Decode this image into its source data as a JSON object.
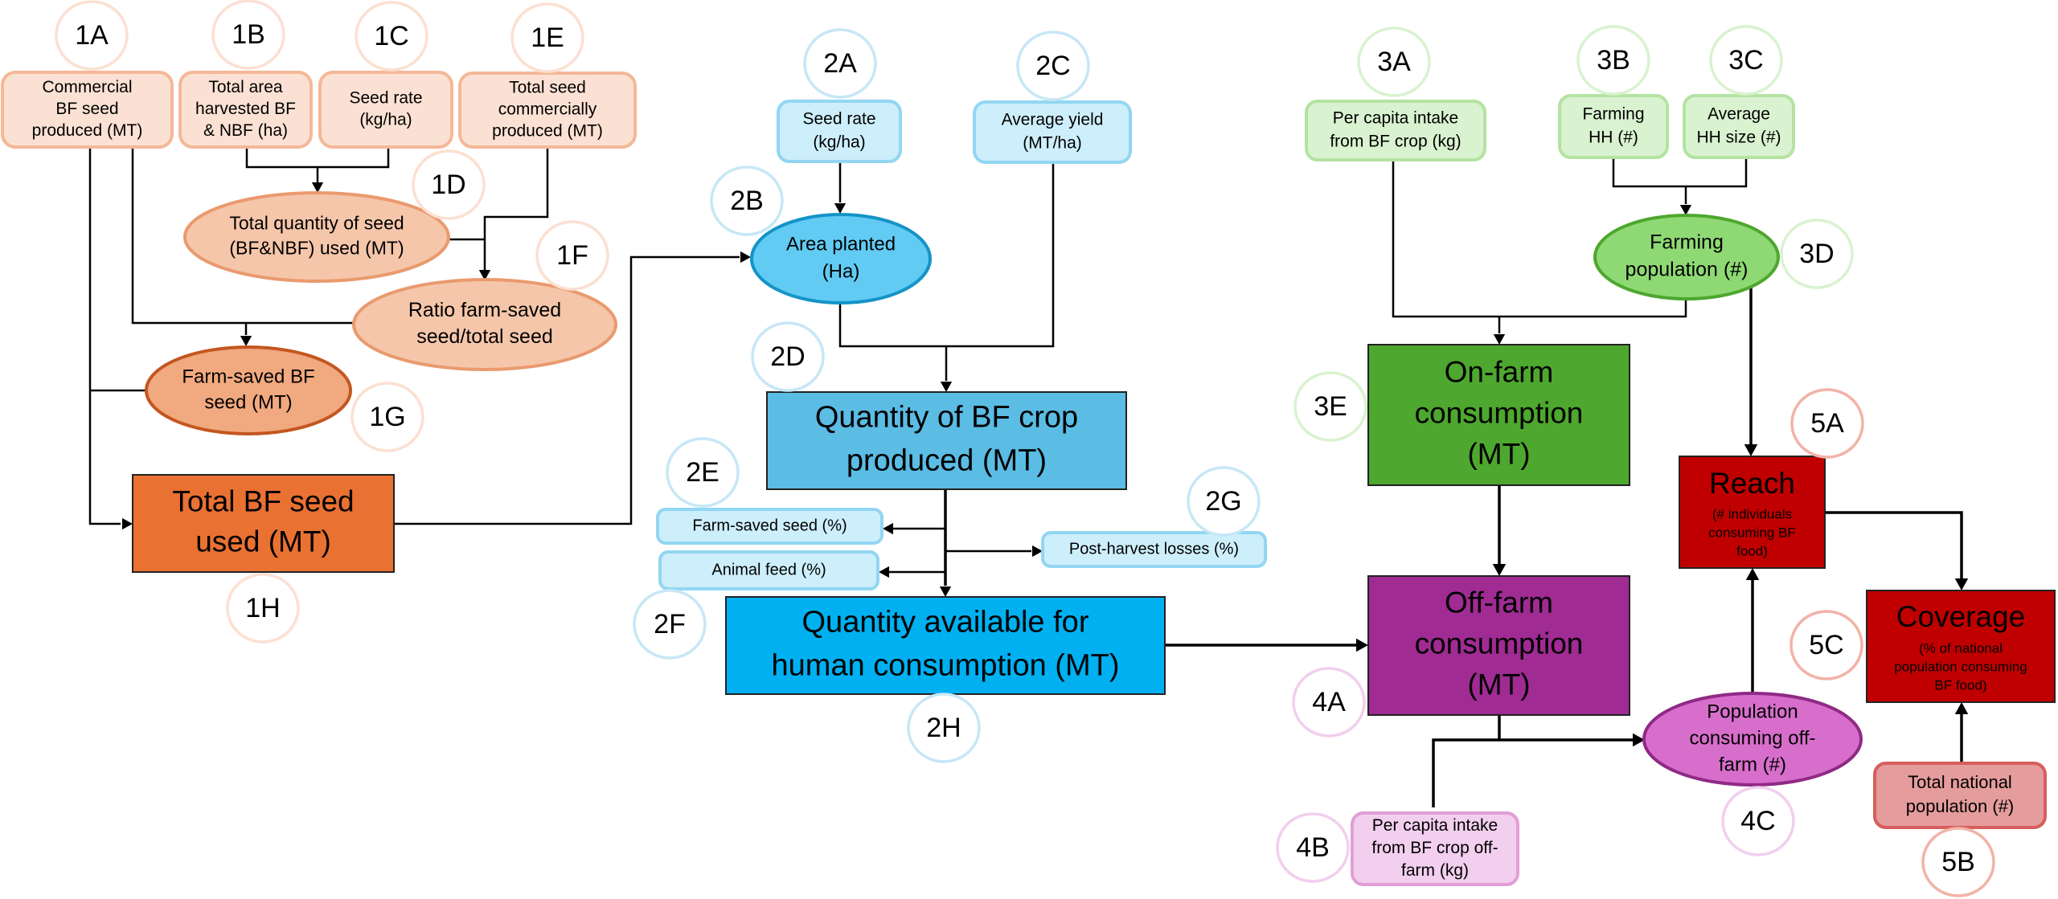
{
  "colors": {
    "orange_light_fill": "#fbe1d3",
    "orange_light_stroke": "#f4b898",
    "orange_mid_fill": "#f5c6aa",
    "orange_mid_stroke": "#ea9a6e",
    "orange_deep_fill": "#f1a97f",
    "orange_deep_stroke": "#c4561f",
    "orange_box": "#e97132",
    "orange_circle": "#fbe0d1",
    "blue_light_fill": "#cdeefb",
    "blue_light_stroke": "#92d6f2",
    "blue_ellipse_fill": "#61cbf3",
    "blue_ellipse_stroke": "#1493c7",
    "blue_box1": "#5bbce4",
    "blue_box2": "#00b0f0",
    "blue_circle": "#c7e7f6",
    "green_light_fill": "#d9f2d0",
    "green_light_stroke": "#b4e3a2",
    "green_ellipse_fill": "#8fd975",
    "green_ellipse_stroke": "#4ea72e",
    "green_box": "#4ea72e",
    "green_circle": "#d9f2d0",
    "purple_box": "#a02b93",
    "purple_ellipse_fill": "#d86ecc",
    "purple_ellipse_stroke": "#8f2a85",
    "purple_light_fill": "#f2cfee",
    "purple_light_stroke": "#e29ed8",
    "purple_circle": "#f2cfee",
    "red_box": "#c00000",
    "red_light_fill": "#e59c9c",
    "red_light_stroke": "#d85d5d",
    "red_circle": "#f2b3a7"
  },
  "nodes": {
    "n1A": {
      "lines": [
        "Commercial",
        "BF seed",
        "produced (MT)"
      ],
      "tag": "1A"
    },
    "n1B": {
      "lines": [
        "Total area",
        "harvested BF",
        "& NBF (ha)"
      ],
      "tag": "1B"
    },
    "n1C": {
      "lines": [
        "Seed rate",
        "(kg/ha)"
      ],
      "tag": "1C"
    },
    "n1E": {
      "lines": [
        "Total seed",
        "commercially",
        "produced (MT)"
      ],
      "tag": "1E"
    },
    "n1D": {
      "lines": [
        "Total quantity of seed",
        "(BF&NBF) used (MT)"
      ],
      "tag": "1D"
    },
    "n1F": {
      "lines": [
        "Ratio farm-saved",
        "seed/total seed"
      ],
      "tag": "1F"
    },
    "n1G": {
      "lines": [
        "Farm-saved BF",
        "seed (MT)"
      ],
      "tag": "1G"
    },
    "n1H": {
      "lines": [
        "Total BF seed",
        "used (MT)"
      ],
      "tag": "1H"
    },
    "n2A": {
      "lines": [
        "Seed rate",
        "(kg/ha)"
      ],
      "tag": "2A"
    },
    "n2C": {
      "lines": [
        "Average yield",
        "(MT/ha)"
      ],
      "tag": "2C"
    },
    "n2B": {
      "lines": [
        "Area planted",
        "(Ha)"
      ],
      "tag": "2B"
    },
    "n2D": {
      "lines": [
        "Quantity of BF crop",
        "produced (MT)"
      ],
      "tag": "2D"
    },
    "n2E": {
      "lines": [
        "Farm-saved seed (%)"
      ],
      "tag": "2E"
    },
    "n2F": {
      "lines": [
        "Animal feed (%)"
      ],
      "tag": "2F"
    },
    "n2G": {
      "lines": [
        "Post-harvest losses (%)"
      ],
      "tag": "2G"
    },
    "n2H": {
      "lines": [
        "Quantity  available for",
        "human consumption (MT)"
      ],
      "tag": "2H"
    },
    "n3A": {
      "lines": [
        "Per capita intake",
        "from BF crop (kg)"
      ],
      "tag": "3A"
    },
    "n3B": {
      "lines": [
        "Farming",
        "HH (#)"
      ],
      "tag": "3B"
    },
    "n3C": {
      "lines": [
        "Average",
        "HH size (#)"
      ],
      "tag": "3C"
    },
    "n3D": {
      "lines": [
        "Farming",
        "population (#)"
      ],
      "tag": "3D"
    },
    "n3E": {
      "lines": [
        "On-farm",
        "consumption",
        "(MT)"
      ],
      "tag": "3E"
    },
    "n4A": {
      "lines": [
        "Off-farm",
        "consumption",
        "(MT)"
      ],
      "tag": "4A"
    },
    "n4B": {
      "lines": [
        "Per capita intake",
        "from BF crop off-",
        "farm (kg)"
      ],
      "tag": "4B"
    },
    "n4C": {
      "lines": [
        "Population",
        "consuming off-",
        "farm (#)"
      ],
      "tag": "4C"
    },
    "n5A": {
      "title": "Reach",
      "lines": [
        "(# individuals",
        "consuming BF",
        "food)"
      ],
      "tag": "5A"
    },
    "n5C": {
      "title": "Coverage",
      "lines": [
        "(% of national",
        "population consuming",
        "BF food)"
      ],
      "tag": "5C"
    },
    "n5B": {
      "lines": [
        "Total national",
        "population (#)"
      ],
      "tag": "5B"
    }
  }
}
